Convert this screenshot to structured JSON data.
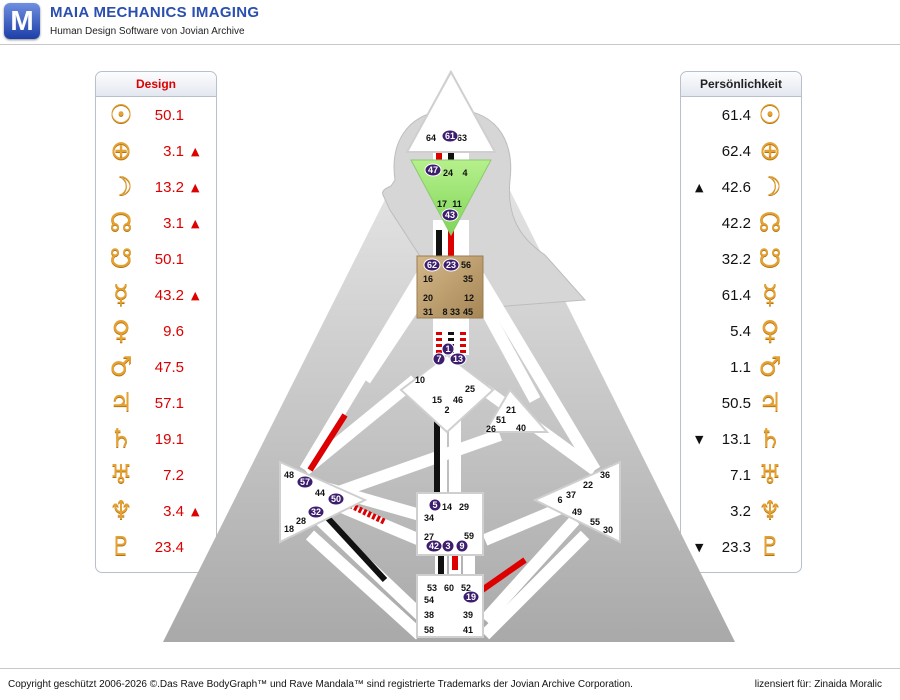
{
  "header": {
    "logo_letter": "M",
    "title": "MAIA MECHANICS IMAGING",
    "subtitle": "Human Design Software von Jovian Archive"
  },
  "design_panel": {
    "title": "Design",
    "color": "#dd0000",
    "rows": [
      {
        "planet": "sun-icon",
        "glyph": "☉",
        "value": "50.1",
        "mark": ""
      },
      {
        "planet": "earth-icon",
        "glyph": "⊕",
        "value": "3.1",
        "mark": "▲"
      },
      {
        "planet": "moon-icon",
        "glyph": "☽",
        "value": "13.2",
        "mark": "▲"
      },
      {
        "planet": "north-node-icon",
        "glyph": "☊",
        "value": "3.1",
        "mark": "▲"
      },
      {
        "planet": "south-node-icon",
        "glyph": "☋",
        "value": "50.1",
        "mark": ""
      },
      {
        "planet": "mercury-icon",
        "glyph": "☿",
        "value": "43.2",
        "mark": "▲"
      },
      {
        "planet": "venus-icon",
        "glyph": "♀",
        "value": "9.6",
        "mark": ""
      },
      {
        "planet": "mars-icon",
        "glyph": "♂",
        "value": "47.5",
        "mark": ""
      },
      {
        "planet": "jupiter-icon",
        "glyph": "♃",
        "value": "57.1",
        "mark": ""
      },
      {
        "planet": "saturn-icon",
        "glyph": "♄",
        "value": "19.1",
        "mark": ""
      },
      {
        "planet": "uranus-icon",
        "glyph": "♅",
        "value": "7.2",
        "mark": ""
      },
      {
        "planet": "neptune-icon",
        "glyph": "♆",
        "value": "3.4",
        "mark": "▲"
      },
      {
        "planet": "pluto-icon",
        "glyph": "♇",
        "value": "23.4",
        "mark": ""
      }
    ]
  },
  "personality_panel": {
    "title": "Persönlichkeit",
    "color": "#111111",
    "rows": [
      {
        "planet": "sun-icon",
        "glyph": "☉",
        "value": "61.4",
        "mark": ""
      },
      {
        "planet": "earth-icon",
        "glyph": "⊕",
        "value": "62.4",
        "mark": ""
      },
      {
        "planet": "moon-icon",
        "glyph": "☽",
        "value": "42.6",
        "mark": "▲"
      },
      {
        "planet": "north-node-icon",
        "glyph": "☊",
        "value": "42.2",
        "mark": ""
      },
      {
        "planet": "south-node-icon",
        "glyph": "☋",
        "value": "32.2",
        "mark": ""
      },
      {
        "planet": "mercury-icon",
        "glyph": "☿",
        "value": "61.4",
        "mark": ""
      },
      {
        "planet": "venus-icon",
        "glyph": "♀",
        "value": "5.4",
        "mark": ""
      },
      {
        "planet": "mars-icon",
        "glyph": "♂",
        "value": "1.1",
        "mark": ""
      },
      {
        "planet": "jupiter-icon",
        "glyph": "♃",
        "value": "50.5",
        "mark": ""
      },
      {
        "planet": "saturn-icon",
        "glyph": "♄",
        "value": "13.1",
        "mark": "▼"
      },
      {
        "planet": "uranus-icon",
        "glyph": "♅",
        "value": "7.1",
        "mark": ""
      },
      {
        "planet": "neptune-icon",
        "glyph": "♆",
        "value": "3.2",
        "mark": ""
      },
      {
        "planet": "pluto-icon",
        "glyph": "♇",
        "value": "23.3",
        "mark": "▼"
      }
    ]
  },
  "bodygraph": {
    "colors": {
      "head_center": "#ffffff",
      "ajna_center": "#9be870",
      "throat_center": "#b89a6a",
      "other_centers": "#ffffff",
      "gate_circle": "#3d1e6e",
      "design_channel": "#dd0000",
      "personality_channel": "#111111"
    },
    "gates_plain": [
      "64",
      "63",
      "24",
      "4",
      "17",
      "11",
      "16",
      "35",
      "12",
      "20",
      "31",
      "8",
      "33",
      "45",
      "56",
      "10",
      "15",
      "46",
      "2",
      "25",
      "21",
      "51",
      "26",
      "40",
      "48",
      "44",
      "28",
      "18",
      "14",
      "29",
      "34",
      "27",
      "59",
      "53",
      "60",
      "52",
      "54",
      "38",
      "58",
      "39",
      "41",
      "36",
      "22",
      "37",
      "6",
      "49",
      "55",
      "30"
    ],
    "gates_active": [
      "61",
      "47",
      "43",
      "62",
      "23",
      "1",
      "7",
      "13",
      "57",
      "50",
      "32",
      "5",
      "42",
      "3",
      "9",
      "19"
    ]
  },
  "footer": {
    "copyright": "Copyright geschützt 2006-2026 ©.Das Rave BodyGraph™ und Rave Mandala™ sind registrierte Trademarks der Jovian Archive Corporation.",
    "licensed": "lizensiert für: Zinaida Moralic"
  }
}
